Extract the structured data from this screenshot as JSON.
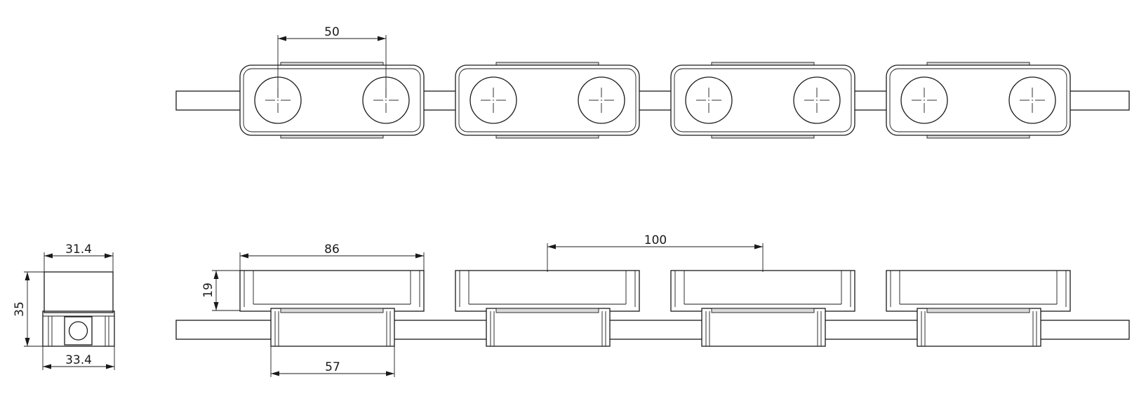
{
  "dimensions": {
    "hole_pitch": "50",
    "module_length": "86",
    "module_pitch": "100",
    "height": "19",
    "base_width": "57",
    "side_top_width": "31.4",
    "side_height": "35",
    "side_bottom_width": "33.4"
  },
  "module_count": 4,
  "holes_per_module": 2
}
